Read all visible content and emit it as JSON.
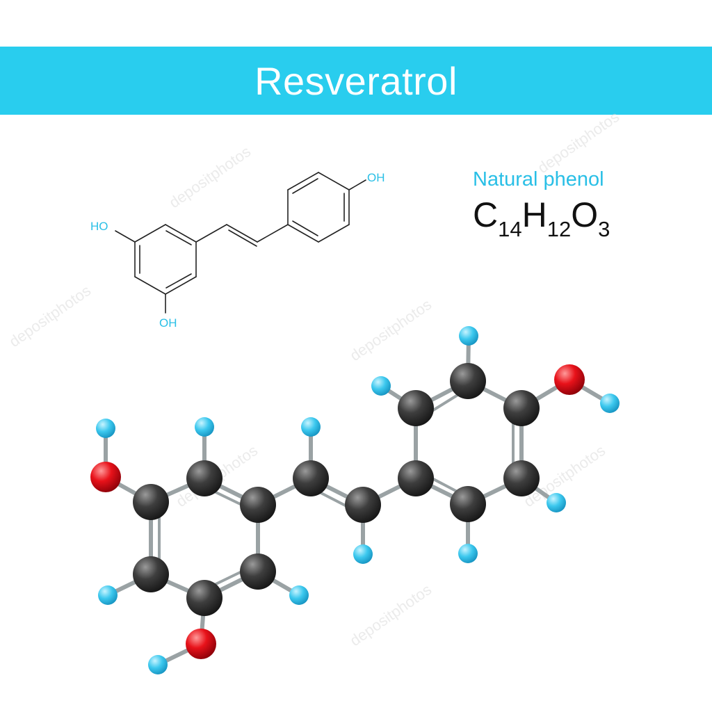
{
  "header": {
    "title": "Resveratrol"
  },
  "info": {
    "class_label": "Natural phenol",
    "formula": [
      {
        "symbol": "C",
        "count": "14"
      },
      {
        "symbol": "H",
        "count": "12"
      },
      {
        "symbol": "O",
        "count": "3"
      }
    ]
  },
  "skeletal_labels": {
    "oh_top_right": "OH",
    "oh_left": "HO",
    "oh_bottom": "OH"
  },
  "watermark": "depositphotos",
  "colors": {
    "banner": "#29cdee",
    "carbon": "#3a3a3a",
    "oxygen": "#e8121a",
    "hydrogen": "#3cc8ee",
    "bond": "#9aa2a4",
    "skeleton_line": "#222222"
  }
}
